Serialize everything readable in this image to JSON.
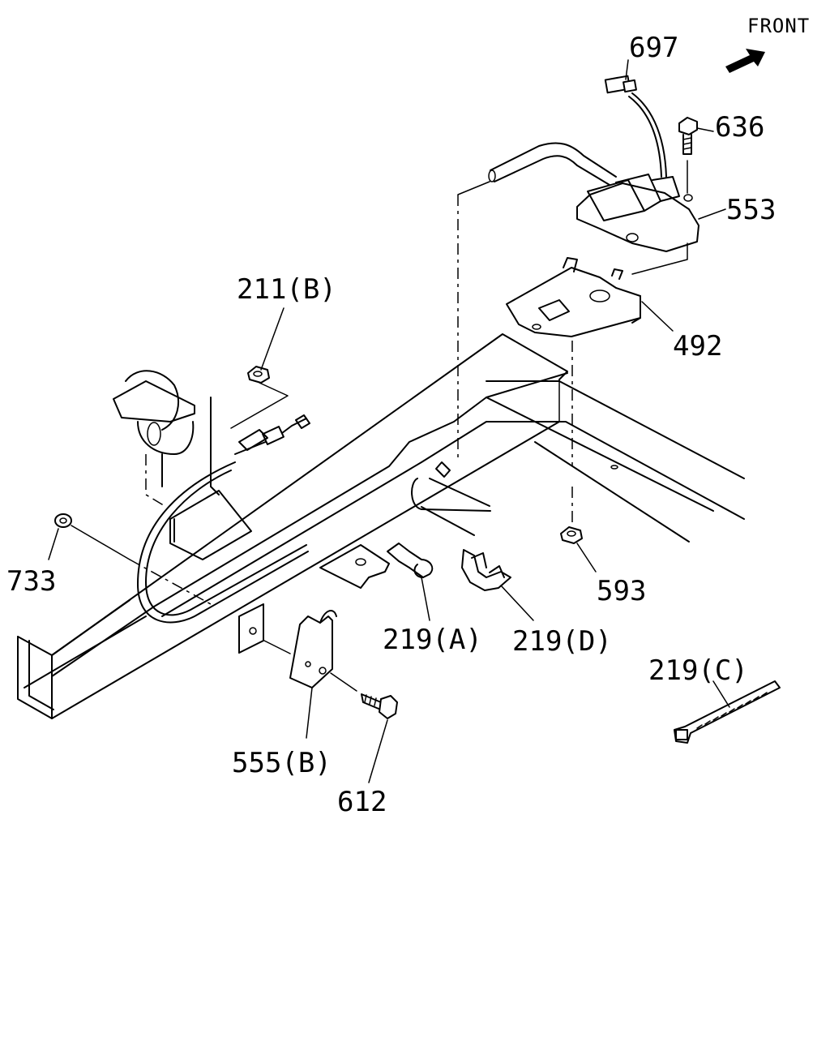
{
  "orientation": {
    "label": "FRONT",
    "icon": "arrow-front-icon"
  },
  "parts": [
    {
      "id": "697"
    },
    {
      "id": "636"
    },
    {
      "id": "553"
    },
    {
      "id": "492"
    },
    {
      "id": "211(B)"
    },
    {
      "id": "733"
    },
    {
      "id": "593"
    },
    {
      "id": "219(A)"
    },
    {
      "id": "219(D)"
    },
    {
      "id": "219(C)"
    },
    {
      "id": "555(B)"
    },
    {
      "id": "612"
    }
  ]
}
